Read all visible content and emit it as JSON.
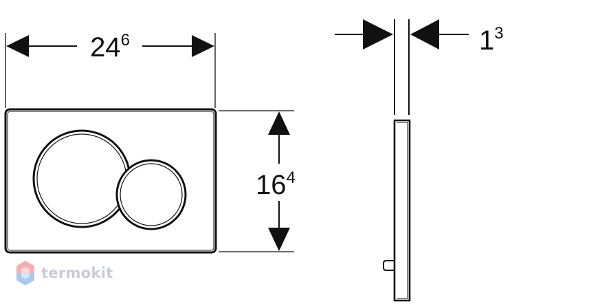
{
  "dimensions": {
    "width": {
      "main": "24",
      "sup": "6"
    },
    "height": {
      "main": "16",
      "sup": "4"
    },
    "depth": {
      "main": "1",
      "sup": "3"
    }
  },
  "watermark": {
    "brand": "termokit",
    "icon": "hexagon-logo-icon",
    "colors": {
      "top": "#f3b0b0",
      "bottom": "#a9c8f0",
      "text": "#c9ccd6"
    }
  },
  "colors": {
    "line": "#111111",
    "background": "#ffffff"
  }
}
